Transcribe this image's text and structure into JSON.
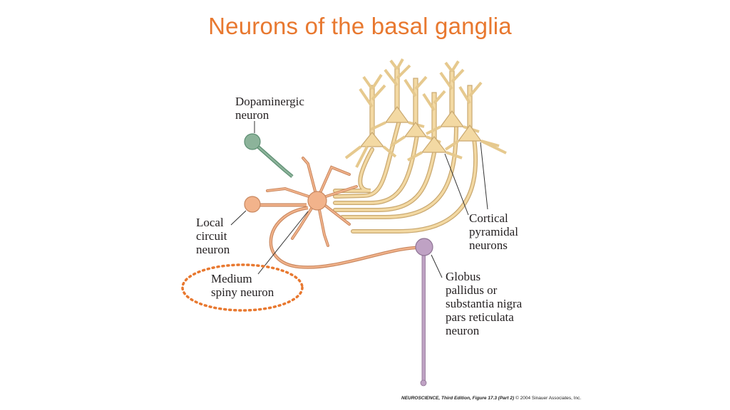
{
  "title": "Neurons of the basal ganglia",
  "labels": {
    "dopaminergic": [
      "Dopaminergic",
      "neuron"
    ],
    "local_circuit": [
      "Local",
      "circuit",
      "neuron"
    ],
    "medium_spiny": [
      "Medium",
      "spiny neuron"
    ],
    "cortical_pyramidal": [
      "Cortical",
      "pyramidal",
      "neurons"
    ],
    "globus_pallidus": [
      "Globus",
      "pallidus or",
      "substantia nigra",
      "pars reticulata",
      "neuron"
    ]
  },
  "credit": {
    "book": "NEUROSCIENCE, Third Edition, Figure 17.3 (Part 2)",
    "copyright": "© 2004 Sinauer Associates, Inc."
  },
  "colors": {
    "title": "#E8782F",
    "pyramidal": "#F3D9A3",
    "pyramidal_stroke": "#C9A870",
    "spiny": "#F2B38B",
    "spiny_stroke": "#C98860",
    "dopaminergic": "#8CB39A",
    "globus": "#BFA2C4",
    "highlight_ellipse": "#E8782F"
  }
}
